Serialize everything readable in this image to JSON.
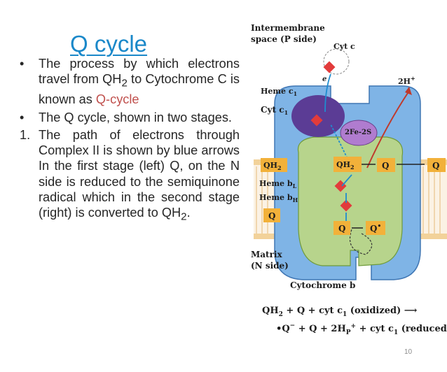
{
  "slide": {
    "title": "Q cycle",
    "page_number": "10",
    "b1": {
      "marker": "•",
      "text": "The process by which electrons travel from QH",
      "sub": "2",
      "text2": " to Cytochrome C is known as ",
      "highlight": "Q-cycle"
    },
    "b2": {
      "marker": "•",
      "text": "The Q cycle, shown in two stages."
    },
    "b3": {
      "marker": "1.",
      "text": "The path of electrons through Complex II is shown by blue arrows In the first stage (left) Q, on the N side is reduced to the semiquinone radical which in the second stage (right) is converted to QH",
      "sub": "2",
      "end": "."
    }
  },
  "figure": {
    "intermembrane_1": "Intermembrane",
    "intermembrane_2": "space (P side)",
    "cytc": "Cyt c",
    "heme_c1": "Heme c",
    "heme_c1_sub": "1",
    "cyt_c1": "Cyt c",
    "cyt_c1_sub": "1",
    "fes": "2Fe-2S",
    "twoH": "2H",
    "twoH_sup": "+",
    "e": "e",
    "qh2_left": "QH",
    "qh2_left_sub": "2",
    "qh2_center": "QH",
    "qh2_center_sub": "2",
    "q_right_in": "Q",
    "q_right_out": "Q",
    "heme_bl": "Heme b",
    "heme_bl_sub": "L",
    "heme_bh": "Heme b",
    "heme_bh_sub": "H",
    "q_left_lower": "Q",
    "q_center_lower": "Q",
    "q_semi": "Q",
    "q_semi_sup": "•",
    "matrix_1": "Matrix",
    "matrix_2": "(N side)",
    "cytochrome_b": "Cytochrome b",
    "eq1_a": "QH",
    "eq1_sub": "2",
    "eq1_b": " + Q + cyt c",
    "eq1_sub2": "1",
    "eq1_c": " (oxidized) ⟶",
    "eq2_dot": "•",
    "eq2_a": "Q",
    "eq2_sup": "−",
    "eq2_b": " + Q + 2H",
    "eq2_sub": "P",
    "eq2_sup2": "+",
    "eq2_c": " + cyt c",
    "eq2_sub3": "1",
    "eq2_d": " (reduced)",
    "colors": {
      "membrane_blue": "#7fb4e6",
      "protein_green": "#b7d48c",
      "heme_red": "#e23b3b",
      "q_box": "#f2b13a",
      "cytc1_purple": "#5b3c95",
      "fes_purple": "#b07ccf"
    }
  }
}
